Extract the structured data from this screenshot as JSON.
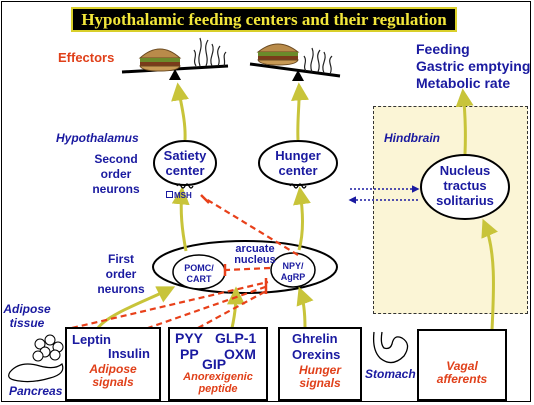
{
  "title": "Hypothalamic feeding centers and their regulation",
  "effectors_label": "Effectors",
  "effects": [
    "Feeding",
    "Gastric emptying",
    "Metabolic rate"
  ],
  "hypothalamus_label": "Hypothalamus",
  "second_order_label": [
    "Second",
    "order",
    "neurons"
  ],
  "first_order_label": [
    "First",
    "order",
    "neurons"
  ],
  "hindbrain_label": "Hindbrain",
  "satiety_center": [
    "Satiety",
    "center"
  ],
  "hunger_center": [
    "Hunger",
    "center"
  ],
  "nts": [
    "Nucleus",
    "tractus",
    "solitarius"
  ],
  "msh_label": "MSH",
  "arcuate_nucleus": [
    "arcuate",
    "nucleus"
  ],
  "pomc_cart": [
    "POMC/",
    "CART"
  ],
  "npy_agrp": [
    "NPY/",
    "AgRP"
  ],
  "adipose_tissue_label": [
    "Adipose",
    "tissue"
  ],
  "pancreas_label": "Pancreas",
  "stomach_label": "Stomach",
  "signals": {
    "adipose": {
      "items": [
        "Leptin",
        "Insulin"
      ],
      "caption": [
        "Adipose",
        "signals"
      ]
    },
    "anorexigenic": {
      "items": [
        "PYY",
        "GLP-1",
        "PP",
        "OXM",
        "GIP"
      ],
      "caption": [
        "Anorexigenic",
        "peptide"
      ]
    },
    "hunger": {
      "items": [
        "Ghrelin",
        "Orexins"
      ],
      "caption": [
        "Hunger",
        "signals"
      ]
    },
    "vagal": {
      "caption": [
        "Vagal",
        "afferents"
      ]
    }
  },
  "colors": {
    "blue_text": "#1a1aa0",
    "red_text": "#e0401a",
    "arrow_olive": "#c8c43a",
    "inhibit_red": "#e8401a",
    "title_yellow": "#f2e63a",
    "hindbrain_fill": "#fbf5d6"
  }
}
